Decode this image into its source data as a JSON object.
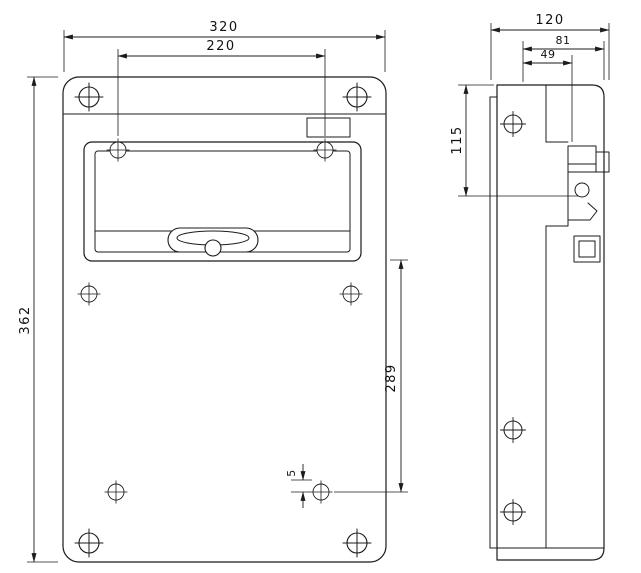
{
  "page": {
    "background": "#ffffff",
    "line_color": "#1b1b1b"
  },
  "front_view": {
    "dimensions": {
      "overall_width": "320",
      "mounting_hole_spacing_width": "220",
      "overall_height": "362",
      "mounting_hole_spacing_height": "289",
      "bottom_hole_offset": "5"
    }
  },
  "side_view": {
    "dimensions": {
      "overall_depth": "120",
      "depth_81": "81",
      "depth_49": "49",
      "top_to_rail_center": "115"
    }
  }
}
